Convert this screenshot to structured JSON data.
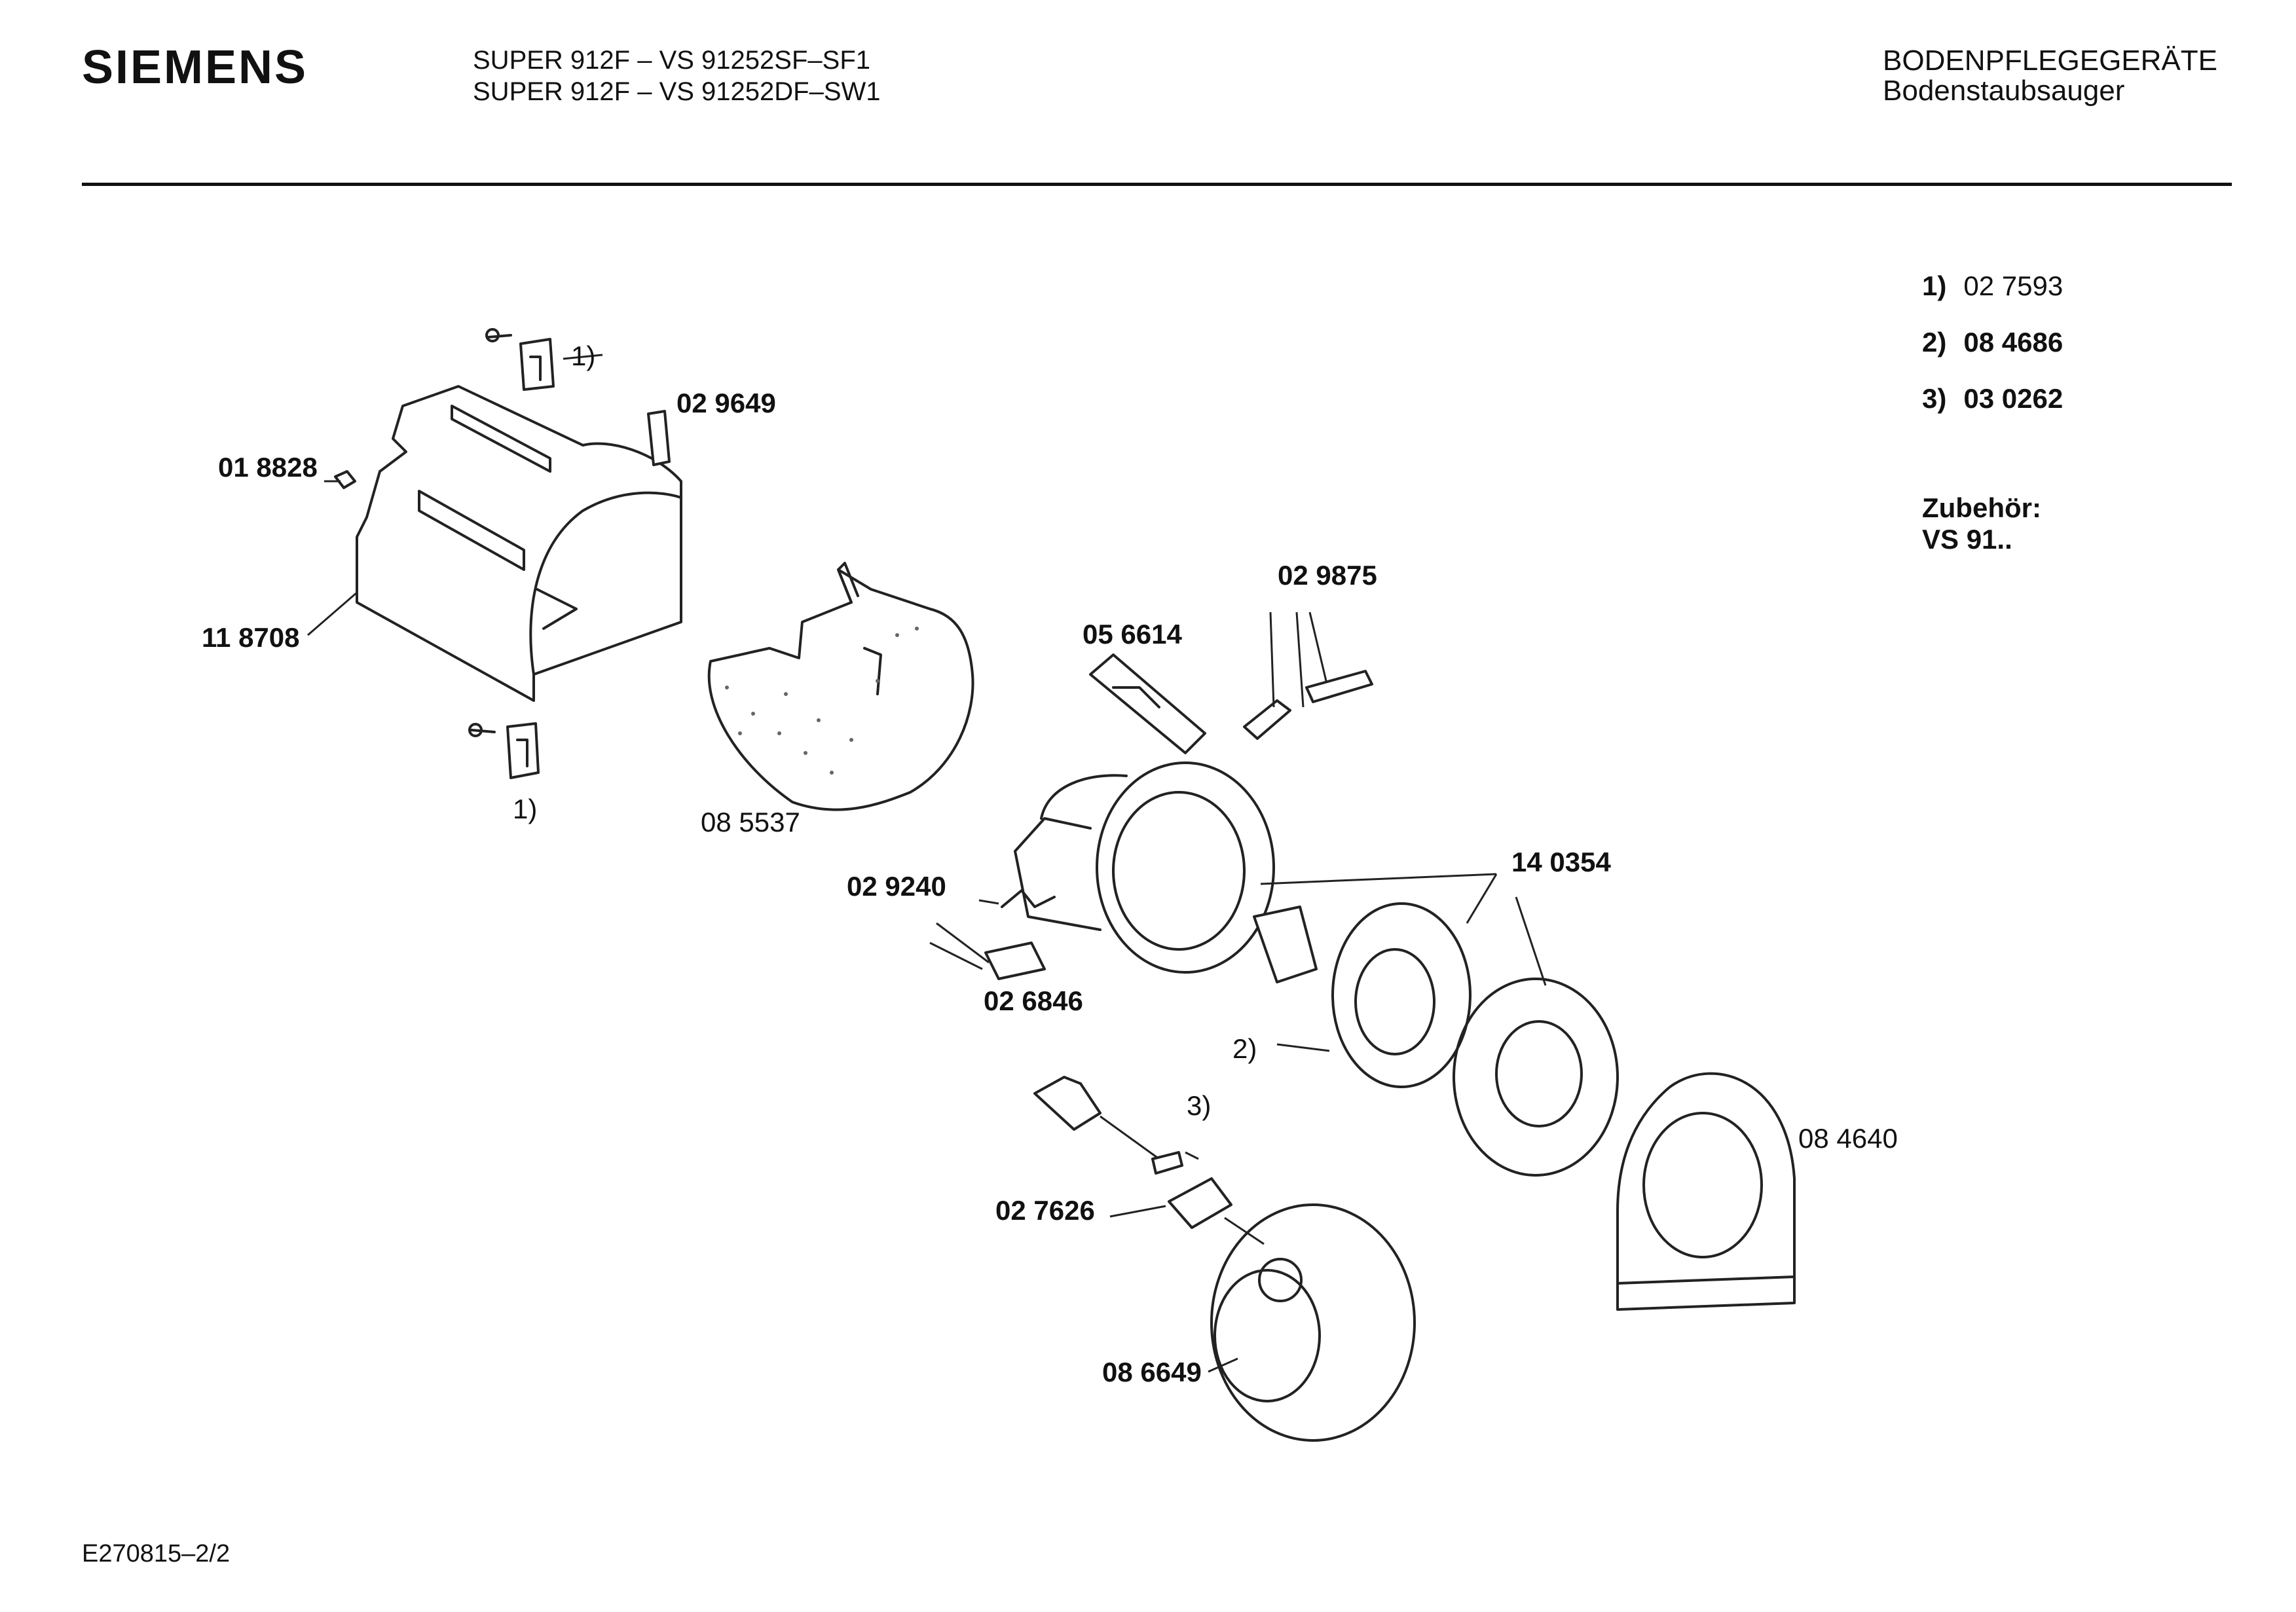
{
  "header": {
    "brand": "SIEMENS",
    "models": [
      "SUPER 912F – VS 91252SF–SF1",
      "SUPER 912F – VS 91252DF–SW1"
    ],
    "category": "BODENPFLEGEGERÄTE",
    "subcategory": "Bodenstaubsauger"
  },
  "parts": {
    "p029649": "02 9649",
    "p018828": "01 8828",
    "p118708": "11 8708",
    "p085537": "08 5537",
    "p056614": "05 6614",
    "p029875": "02 9875",
    "p029240": "02 9240",
    "p026846": "02 6846",
    "p140354": "14 0354",
    "p084640": "08 4640",
    "p027626": "02 7626",
    "p086649": "08 6649"
  },
  "refs": {
    "one": "1)",
    "two": "2)",
    "three": "3)"
  },
  "legend": [
    {
      "key": "1)",
      "value": "02 7593"
    },
    {
      "key": "2)",
      "value": "08 4686"
    },
    {
      "key": "3)",
      "value": "03 0262"
    }
  ],
  "accessory": {
    "title": "Zubehör:",
    "value": "VS 91.."
  },
  "footer": {
    "doc_id": "E270815–2/2"
  }
}
